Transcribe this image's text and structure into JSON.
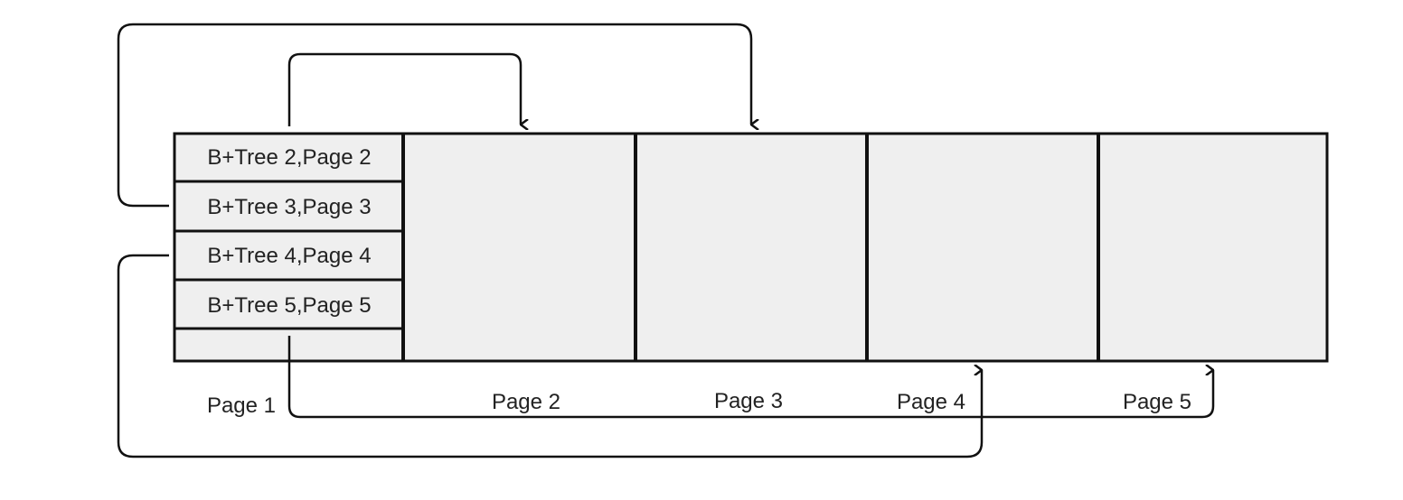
{
  "pages": [
    {
      "label": "Page 1"
    },
    {
      "label": "Page 2"
    },
    {
      "label": "Page 3"
    },
    {
      "label": "Page 4"
    },
    {
      "label": "Page 5"
    }
  ],
  "page1_entries": [
    {
      "text": "B+Tree 2,Page 2",
      "target_page": 2
    },
    {
      "text": "B+Tree 3,Page 3",
      "target_page": 3
    },
    {
      "text": "B+Tree 4,Page 4",
      "target_page": 4
    },
    {
      "text": "B+Tree 5,Page 5",
      "target_page": 5
    }
  ],
  "colors": {
    "page_fill": "#efefef",
    "stroke": "#111111",
    "text": "#222222",
    "background": "#ffffff"
  }
}
